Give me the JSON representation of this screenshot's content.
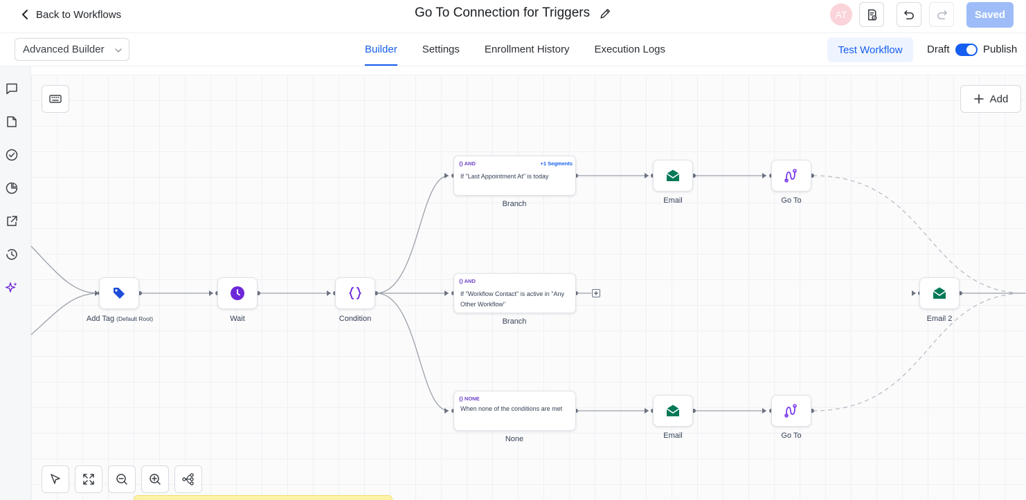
{
  "header": {
    "back_label": "Back to Workflows",
    "title": "Go To Connection for Triggers",
    "avatar_initials": "AT",
    "saved_label": "Saved"
  },
  "subheader": {
    "builder_select": "Advanced Builder",
    "tabs": [
      {
        "label": "Builder",
        "active": true
      },
      {
        "label": "Settings",
        "active": false
      },
      {
        "label": "Enrollment History",
        "active": false
      },
      {
        "label": "Execution Logs",
        "active": false
      }
    ],
    "test_label": "Test Workflow",
    "draft_label": "Draft",
    "publish_label": "Publish",
    "publish_toggle_on": true
  },
  "sidebar": {
    "icons": [
      "chat-icon",
      "document-icon",
      "check-circle-icon",
      "pie-chart-icon",
      "external-link-icon",
      "history-icon",
      "sparkles-icon"
    ]
  },
  "canvas": {
    "add_label": "Add",
    "nodes": {
      "add_tag": {
        "label": "Add Tag",
        "sub": "(Default Root)"
      },
      "wait": {
        "label": "Wait"
      },
      "condition": {
        "label": "Condition"
      },
      "email_top": {
        "label": "Email"
      },
      "goto_top": {
        "label": "Go To"
      },
      "email_bottom": {
        "label": "Email"
      },
      "goto_bottom": {
        "label": "Go To"
      },
      "email_2": {
        "label": "Email 2"
      }
    },
    "branches": [
      {
        "tag": "{} AND",
        "segments": "+1 Segments",
        "condition": "If \"Last Appointment At\" is today",
        "label": "Branch"
      },
      {
        "tag": "{} AND",
        "segments": "",
        "condition": "If \"Workflow Contact\" is active in \"Any Other Workflow\"",
        "label": "Branch"
      },
      {
        "tag": "{} NONE",
        "segments": "",
        "condition": "When none of the conditions are met",
        "label": "None"
      }
    ]
  },
  "colors": {
    "accent": "#155eef",
    "tag_blue": "#1d4ed8",
    "wait_purple": "#6d28d9",
    "email_green": "#047857",
    "goto_purple": "#7c3aed"
  }
}
